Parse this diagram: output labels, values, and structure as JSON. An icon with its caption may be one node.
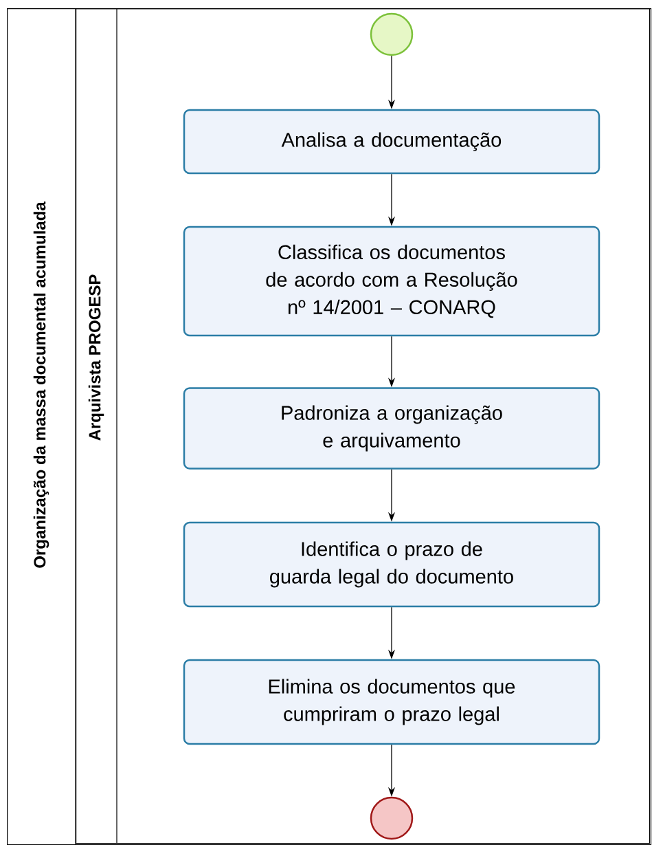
{
  "diagram": {
    "nodes": [
      {
        "text": [
          "Organização da massa documental acumulada"
        ]
      },
      {
        "text": [
          "Arquivista PROGESP"
        ],
        "in": 0
      },
      {
        "text": [],
        "shape": "circle",
        "in": 1
      },
      {
        "text": [
          "Analisa a documentação"
        ],
        "in": 1
      },
      {
        "text": [
          "Classifica os documentos de acordo com a Resolução nº 14/2001 – CONARQ"
        ],
        "in": 1
      },
      {
        "text": [
          "Padroniza a organização e arquivamento"
        ],
        "in": 1
      },
      {
        "text": [
          "Identifica o prazo de guarda legal do documento"
        ],
        "in": 1
      },
      {
        "text": [
          "Elimina os documentos que cumpriram o prazo legal"
        ],
        "in": 1
      },
      {
        "text": [],
        "shape": "circle",
        "in": 1
      }
    ],
    "edges": [
      {
        "from": 2,
        "to": 3,
        "arrow": "to"
      },
      {
        "from": 3,
        "to": 4,
        "arrow": "to"
      },
      {
        "from": 4,
        "to": 5,
        "arrow": "to"
      },
      {
        "from": 5,
        "to": 6,
        "arrow": "to"
      },
      {
        "from": 6,
        "to": 7,
        "arrow": "to"
      },
      {
        "from": 7,
        "to": 8,
        "arrow": "to"
      }
    ]
  }
}
